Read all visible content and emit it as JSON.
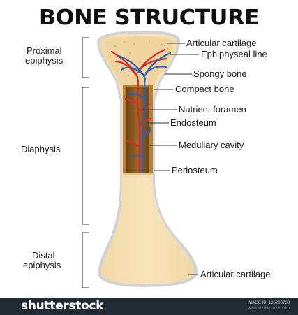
{
  "title": "BONE STRUCTURE",
  "regions": {
    "proximal": [
      "Proximal",
      "epiphysis"
    ],
    "diaphysis": [
      "Diaphysis"
    ],
    "distal": [
      "Distal",
      "epiphysis"
    ]
  },
  "labels": {
    "articular_top": "Articular cartilage",
    "epiphyseal_line": "Ephiphyseal line",
    "spongy_bone": "Spongy bone",
    "compact_bone": "Compact bone",
    "nutrient_foramen": "Nutrient foramen",
    "endosteum": "Endosteum",
    "medullary_cavity": "Medullary cavity",
    "periosteum": "Periosteum",
    "articular_bottom": "Articular cartilage"
  },
  "footer": {
    "brand": "shutterstock",
    "image_id": "IMAGE ID: 135200783",
    "site": "www.shutterstock.com"
  },
  "colors": {
    "bone": "#f6dfb0",
    "bone_outline": "#cfd3d8",
    "spongy": "#ecd29c",
    "marrow": "#8a5a1f",
    "artery": "#d62b26",
    "vein": "#2c5fb8",
    "footer": "#222a34"
  }
}
